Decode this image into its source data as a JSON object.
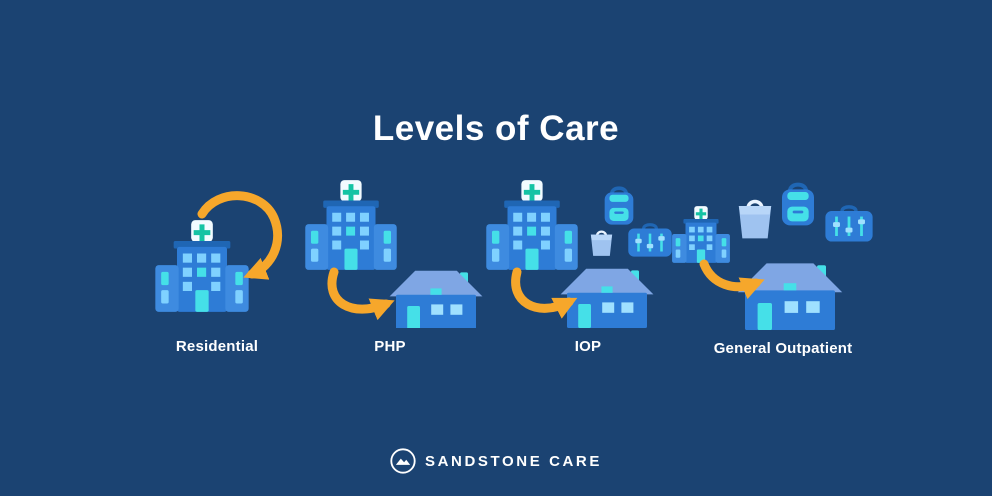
{
  "page": {
    "title": "Levels of Care",
    "background": "#1B4372"
  },
  "levels": [
    {
      "label": "Residential",
      "icons": [
        "hospital-icon",
        "loop-arrow-icon"
      ]
    },
    {
      "label": "PHP",
      "icons": [
        "hospital-icon",
        "curved-arrow-icon",
        "house-icon"
      ]
    },
    {
      "label": "IOP",
      "icons": [
        "hospital-icon",
        "backpack-icon",
        "shopping-bag-icon",
        "first-aid-kit-icon",
        "curved-arrow-icon",
        "house-icon"
      ]
    },
    {
      "label": "General Outpatient",
      "icons": [
        "hospital-icon",
        "shopping-bag-icon",
        "backpack-icon",
        "first-aid-kit-icon",
        "curved-arrow-icon",
        "house-icon"
      ]
    }
  ],
  "footer": {
    "logo_text": "SANDSTONE CARE",
    "logo_icon": "mountain-circle-icon"
  },
  "colors": {
    "background": "#1B4372",
    "arrow_orange": "#F6A72B",
    "building_blue": "#2E7CD6",
    "building_wing_blue": "#3E8BE0",
    "window_light_blue": "#7FD1FF",
    "accent_cyan": "#45E0E8",
    "cross_teal": "#14C3A4",
    "roof_blue": "#7FA6E4",
    "text_white": "#FFFFFF"
  }
}
